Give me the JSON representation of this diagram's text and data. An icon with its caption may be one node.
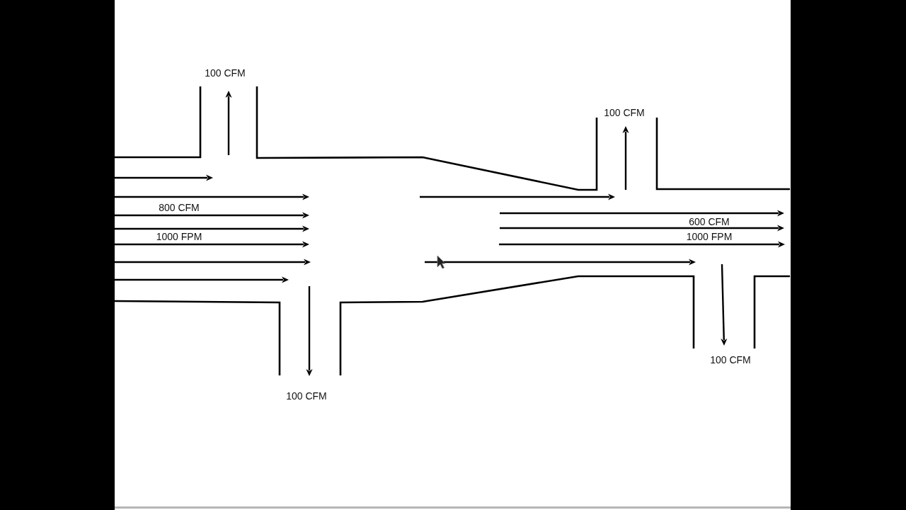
{
  "diagram": {
    "labels": [
      "100 CFM",
      "800 CFM",
      "1000 FPM",
      "100 CFM",
      "100 CFM",
      "600 CFM",
      "1000 FPM",
      "100 CFM"
    ]
  }
}
